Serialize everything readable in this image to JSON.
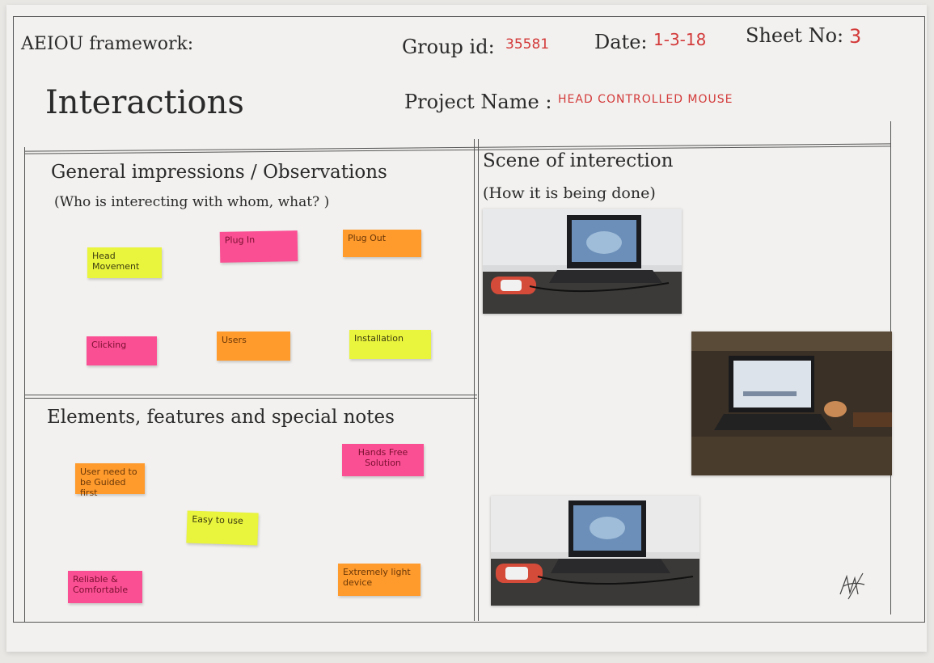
{
  "header": {
    "framework_label": "AEIOU framework:",
    "group_label": "Group id:",
    "group_value": "35581",
    "date_label": "Date:",
    "date_value": "1-3-18",
    "sheet_label": "Sheet No:",
    "sheet_value": "3",
    "project_label": "Project Name :",
    "project_value": "HEAD CONTROLLED MOUSE"
  },
  "page_title": "Interactions",
  "sections": {
    "general": {
      "title": "General impressions / Observations",
      "subtitle": "(Who is interecting with whom, what? )",
      "notes": [
        "Head Movement",
        "Plug In",
        "Plug Out",
        "Clicking",
        "Users",
        "Installation"
      ]
    },
    "elements": {
      "title": "Elements, features and special notes",
      "notes": [
        "User need to be Guided first",
        "Hands Free Solution",
        "Easy to use",
        "Reliable & Comfortable",
        "Extremely light device"
      ]
    },
    "scene": {
      "title": "Scene of interection",
      "subtitle": "(How it is being done)"
    }
  },
  "colors": {
    "yellow_note": "#e9f43c",
    "pink_note": "#fb4f94",
    "orange_note": "#ff9a2c",
    "handwriting": "#d33a3a",
    "paper": "#f2f1ef"
  }
}
